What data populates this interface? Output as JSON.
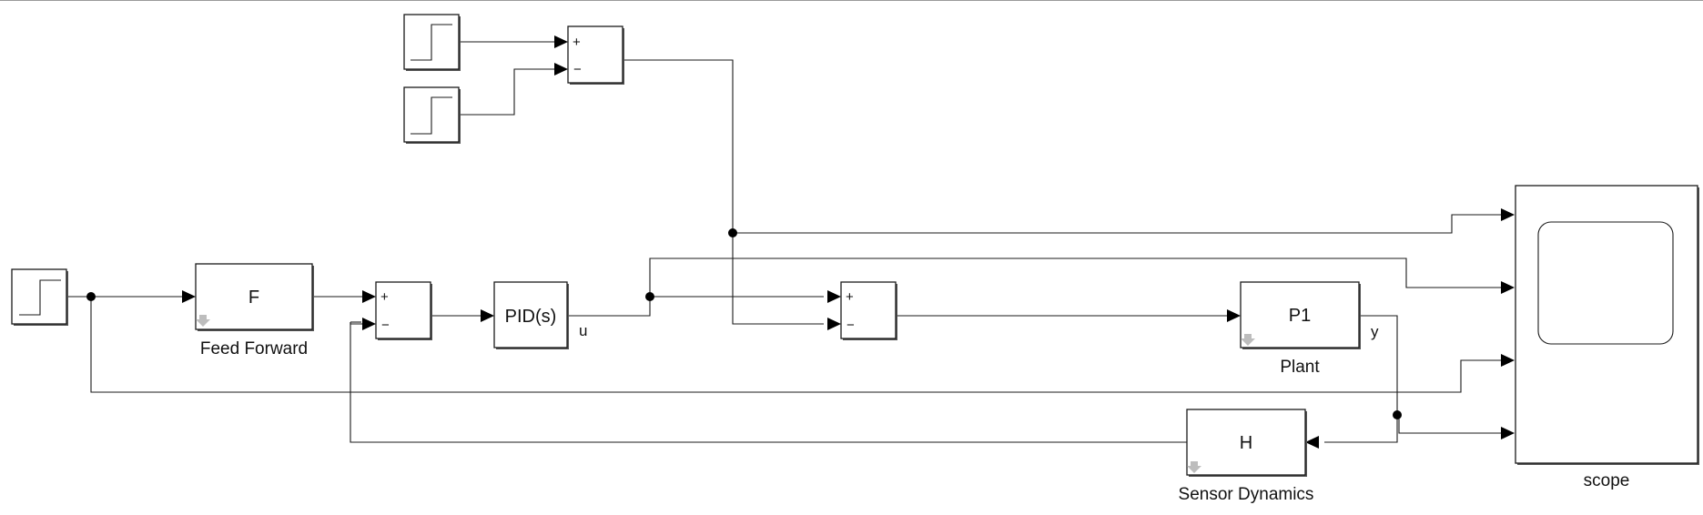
{
  "blocks": {
    "feedforward": {
      "text": "F",
      "name": "Feed Forward"
    },
    "controller": {
      "text": "PID(s)"
    },
    "plant": {
      "text": "P1",
      "name": "Plant"
    },
    "sensor": {
      "text": "H",
      "name": "Sensor Dynamics"
    },
    "scope": {
      "name": "scope"
    }
  },
  "sum_signs": {
    "plus": "+",
    "minus": "−"
  },
  "signals": {
    "control": "u",
    "output": "y"
  }
}
